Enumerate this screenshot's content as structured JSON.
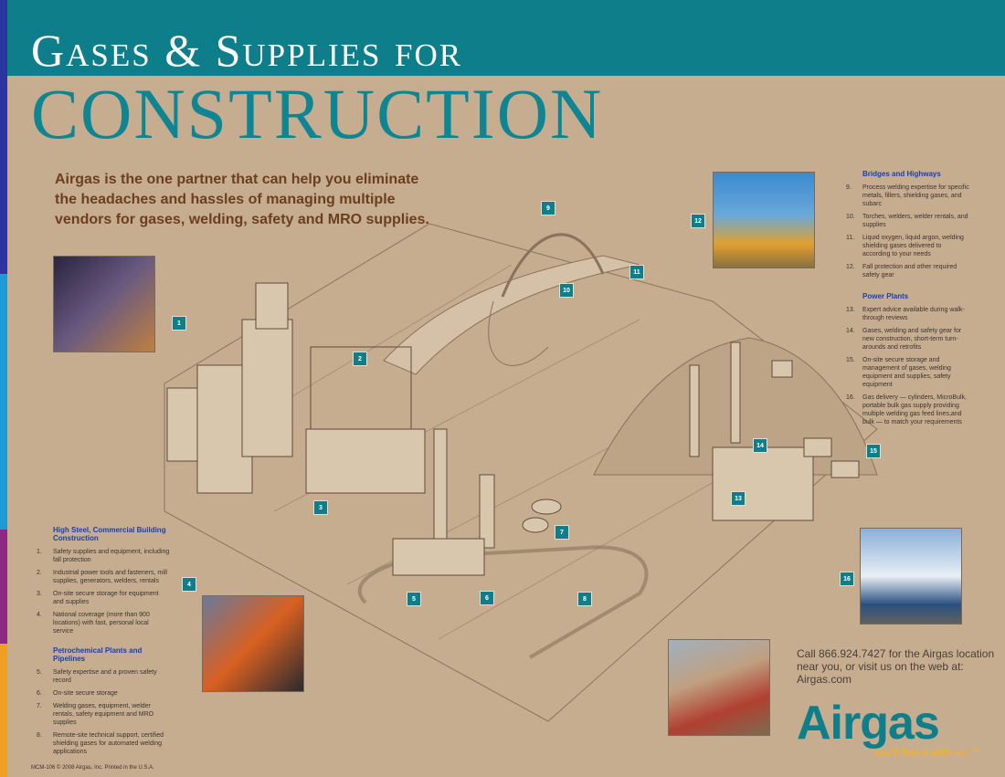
{
  "header": {
    "line1": "Gases & Supplies for",
    "line2": "CONSTRUCTION"
  },
  "intro": "Airgas is the one partner that can help you eliminate the headaches and hassles of managing multiple vendors for gases, welding, safety and MRO supplies.",
  "sections": {
    "steel": {
      "title": "High Steel, Commercial Building Construction",
      "items": [
        {
          "n": "1.",
          "t": "Safety supplies and equipment, including fall protection"
        },
        {
          "n": "2.",
          "t": "Industrial power tools and fasteners, mill supplies, generators, welders, rentals"
        },
        {
          "n": "3.",
          "t": "On-site secure storage for equipment and supplies"
        },
        {
          "n": "4.",
          "t": "National coverage (more than 900 locations) with fast, personal local service"
        }
      ]
    },
    "petro": {
      "title": "Petrochemical Plants and Pipelines",
      "items": [
        {
          "n": "5.",
          "t": "Safety expertise and a proven safety record"
        },
        {
          "n": "6.",
          "t": "On-site secure storage"
        },
        {
          "n": "7.",
          "t": "Welding gases, equipment, welder rentals, safety equipment and MRO supplies"
        },
        {
          "n": "8.",
          "t": "Remote-site technical support, certified shielding gases for automated welding applications"
        }
      ]
    },
    "bridges": {
      "title": "Bridges and Highways",
      "items": [
        {
          "n": "9.",
          "t": "Process welding expertise for specific metals, fillers, shielding gases, and subarc"
        },
        {
          "n": "10.",
          "t": "Torches, welders, welder rentals, and supplies"
        },
        {
          "n": "11.",
          "t": "Liquid oxygen, liquid argon, welding shielding gases delivered to according to your needs"
        },
        {
          "n": "12.",
          "t": "Fall protection and other required safety gear"
        }
      ]
    },
    "power": {
      "title": "Power Plants",
      "items": [
        {
          "n": "13.",
          "t": "Expert advice available during walk-through reviews"
        },
        {
          "n": "14.",
          "t": "Gases, welding and safety gear for new construction, short-term turn-arounds and retrofits"
        },
        {
          "n": "15.",
          "t": "On-site secure storage and management of gases, welding equipment and supplies, safety equipment"
        },
        {
          "n": "16.",
          "t": "Gas delivery — cylinders, MicroBulk, portable bulk gas supply providing multiple welding gas feed lines,and bulk — to match your requirements"
        }
      ]
    }
  },
  "markers": [
    "1",
    "2",
    "3",
    "4",
    "5",
    "6",
    "7",
    "8",
    "9",
    "10",
    "11",
    "12",
    "13",
    "14",
    "15",
    "16"
  ],
  "contact": "Call 866.924.7427 for the Airgas location near you, or visit us on the web at: Airgas.com",
  "logo": {
    "name": "Airgas",
    "tagline": "You'll find it with us.™"
  },
  "footer": "MCM-106 © 2008 Airgas, Inc.   Printed in the U.S.A.",
  "colors": {
    "teal": "#0e7f8a",
    "tan": "#c6ad8f",
    "heading_blue": "#1a3fb0",
    "intro_brown": "#6b3f1e",
    "tagline": "#f0b030"
  }
}
